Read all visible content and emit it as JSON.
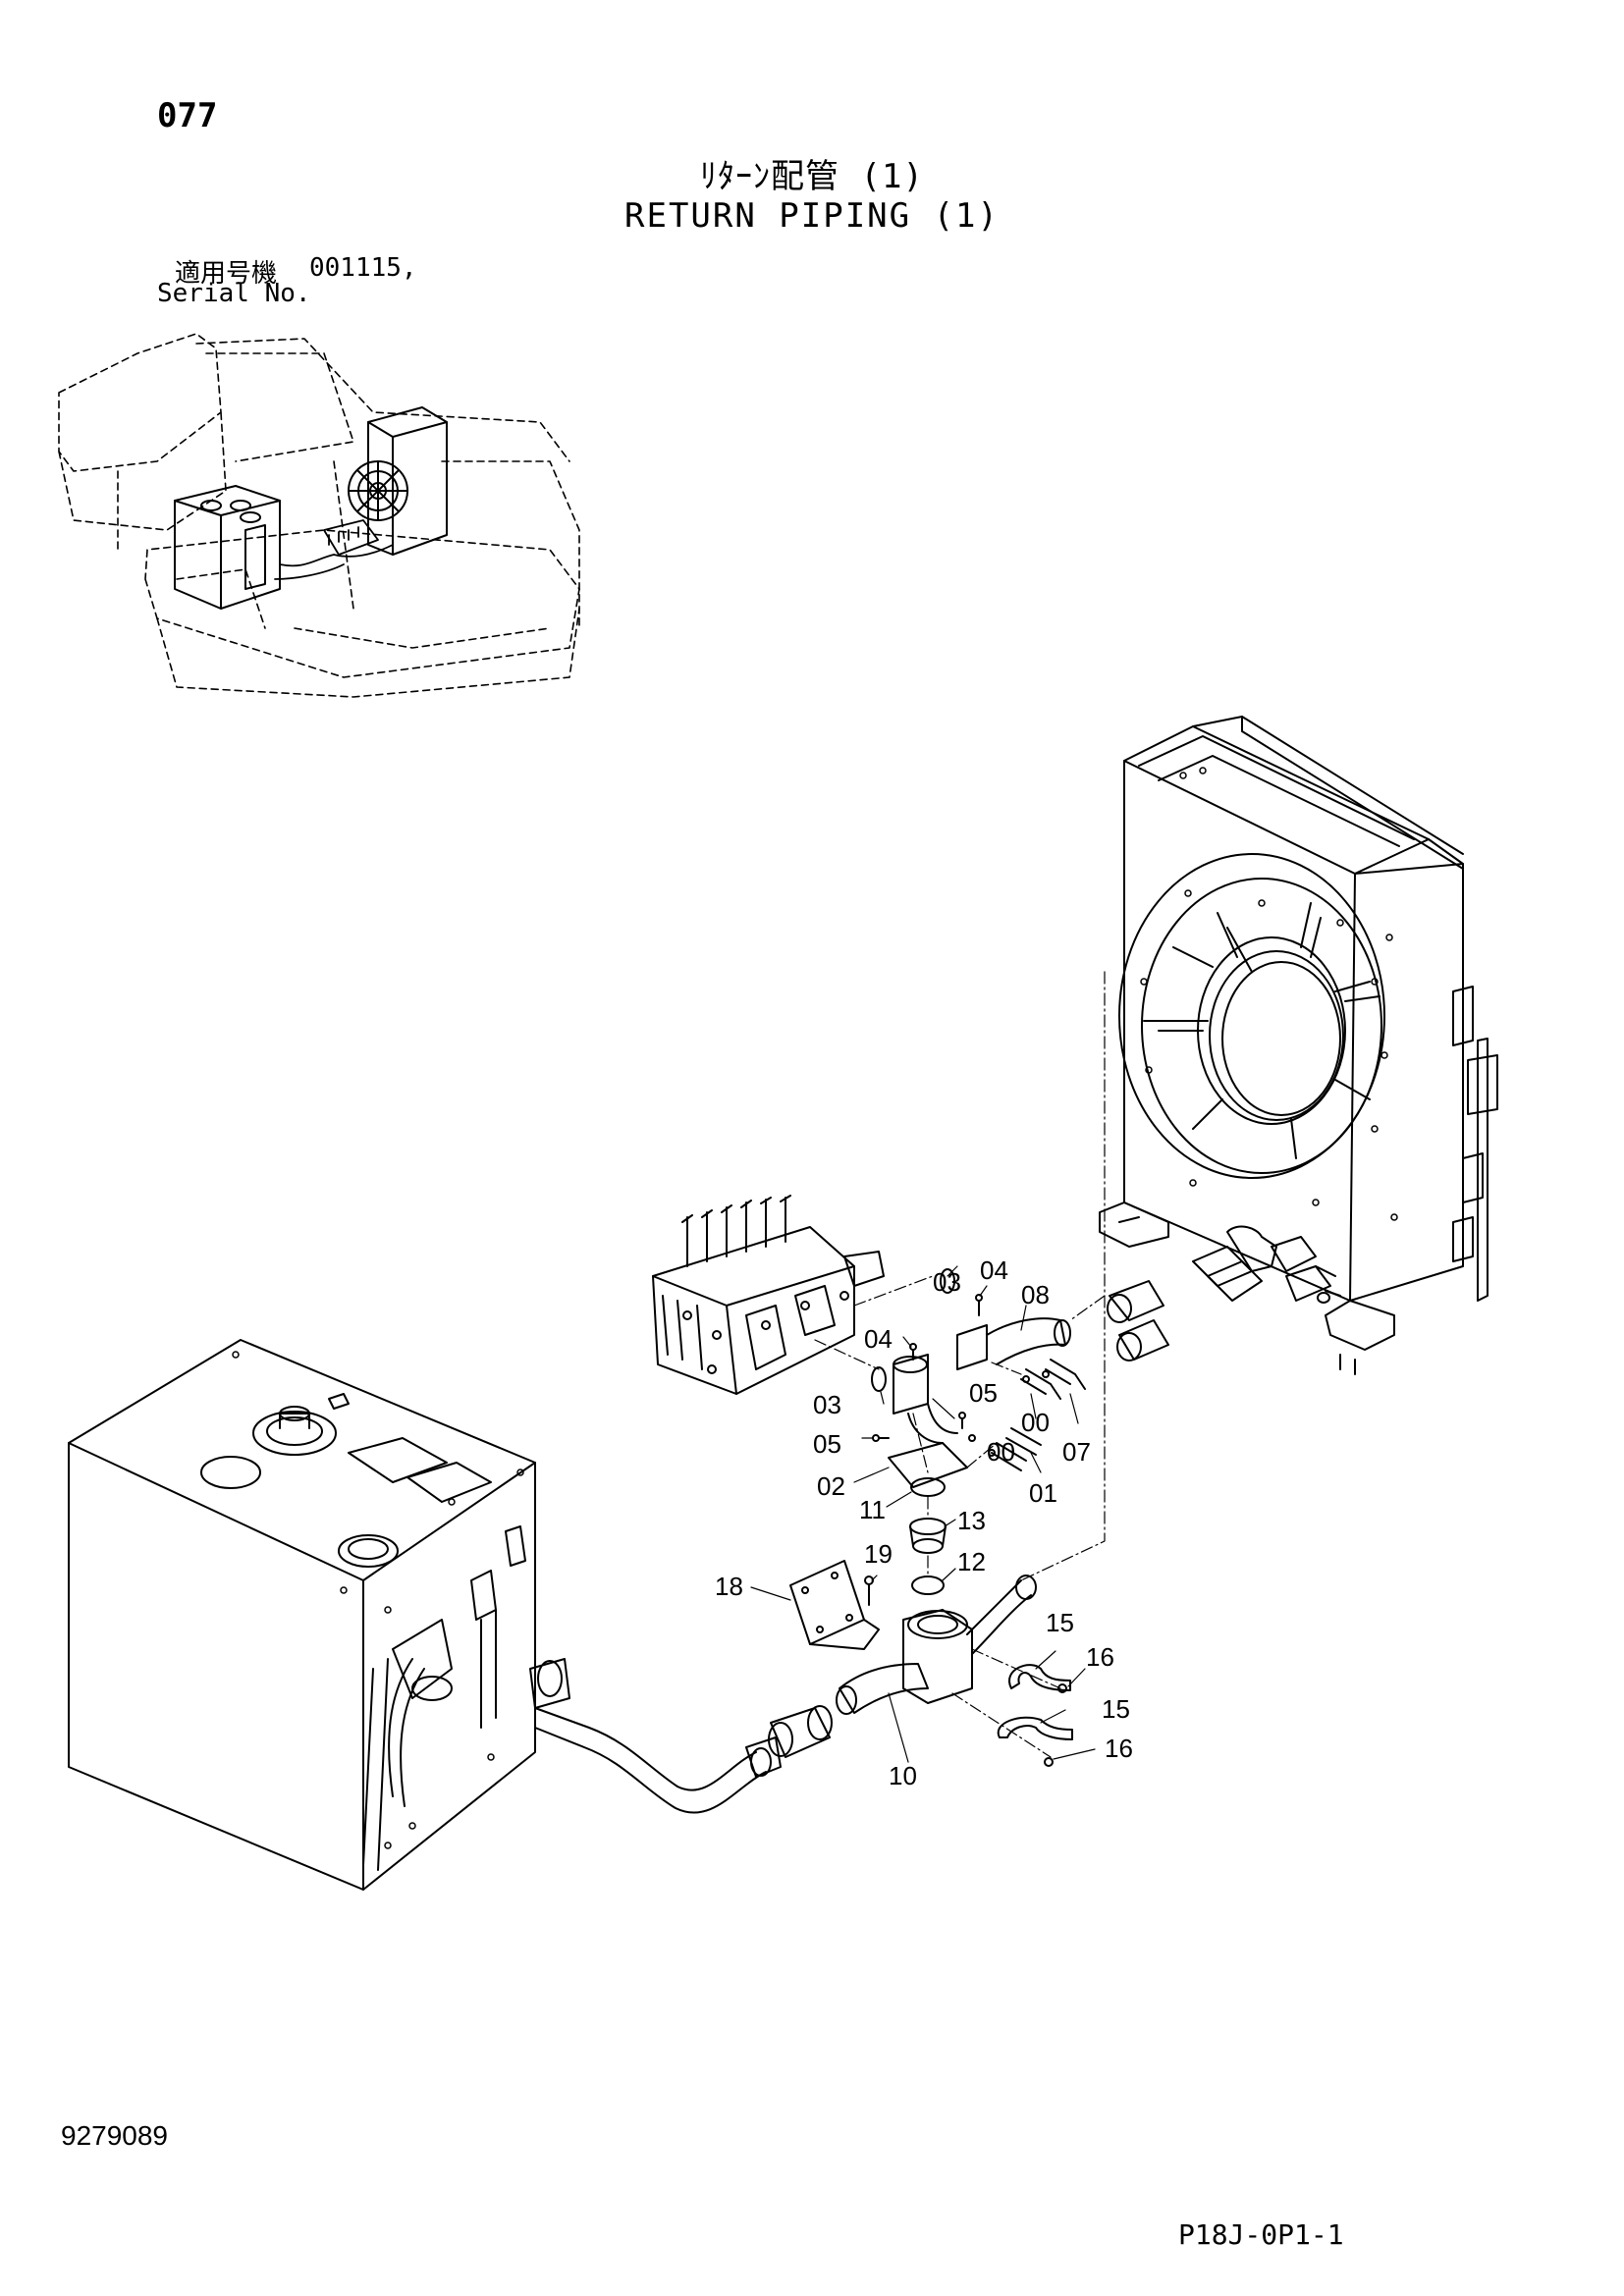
{
  "page": {
    "number": "077",
    "title_jp": "ﾘﾀｰﾝ配管 (1)",
    "title_en": "RETURN PIPING (1)",
    "serial_label_jp": "適用号機",
    "serial_value": "001115,",
    "serial_label_en": "Serial No.",
    "doc_number": "9279089",
    "figure_code": "P18J-0P1-1"
  },
  "callouts": {
    "c00a": "00",
    "c00b": "00",
    "c01a": "01",
    "c02": "02",
    "c03a": "03",
    "c03b": "03",
    "c04a": "04",
    "c04b": "04",
    "c05a": "05",
    "c05b": "05",
    "c07": "07",
    "c08": "08",
    "c10": "10",
    "c11": "11",
    "c12": "12",
    "c13": "13",
    "c15a": "15",
    "c15b": "15",
    "c16a": "16",
    "c16b": "16",
    "c18": "18",
    "c19": "19"
  },
  "icons": [
    "excavator-overview-icon",
    "radiator-icon",
    "control-valve-icon",
    "hydraulic-tank-icon"
  ]
}
